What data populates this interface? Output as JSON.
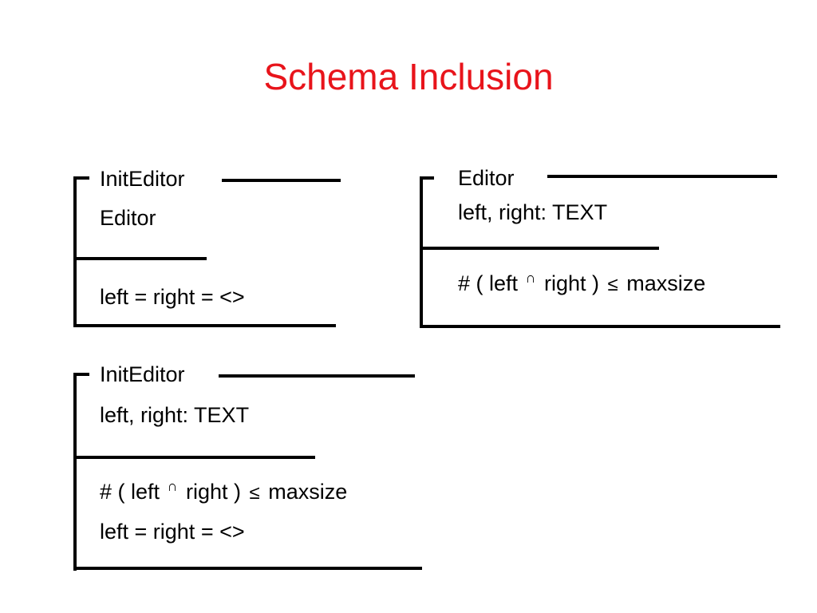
{
  "slide": {
    "title": "Schema Inclusion",
    "title_color": "#e8141b"
  },
  "schema_a": {
    "name": "InitEditor",
    "declaration": "Editor",
    "predicate": "left = right = <>"
  },
  "schema_b": {
    "name": "Editor",
    "declaration": "left, right: TEXT",
    "predicate": {
      "pre": "# ( left",
      "intersect": "∩",
      "mid": "right )",
      "le": "≤",
      "post": "maxsize"
    }
  },
  "schema_c": {
    "name": "InitEditor",
    "declaration": "left, right: TEXT",
    "predicate_1": {
      "pre": "# ( left",
      "intersect": "∩",
      "mid": "right )",
      "le": "≤",
      "post": "maxsize"
    },
    "predicate_2": "left = right = <>"
  }
}
